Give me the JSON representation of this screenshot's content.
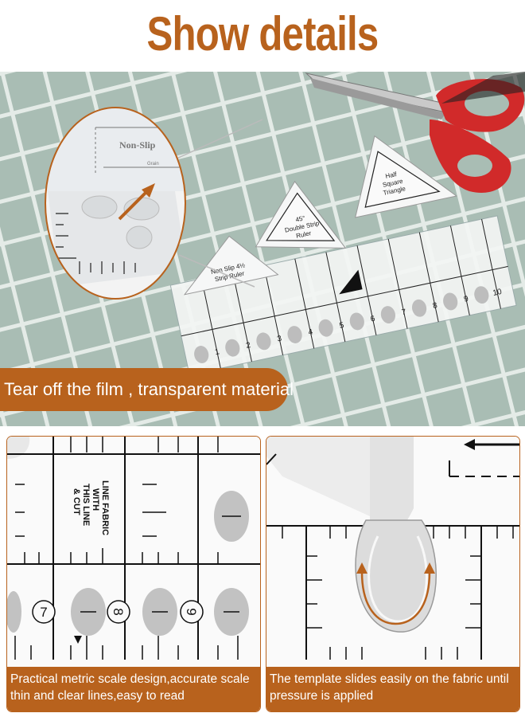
{
  "title": "Show details",
  "banner": {
    "text": "Tear off the film , transparent material"
  },
  "hero_labels": {
    "non_slip": "Non-Slip",
    "grain": "Grain",
    "strip_ruler_top": "Non Slip  4½",
    "strip_ruler_bottom": "Strip Ruler",
    "double_strip_1": "45°",
    "double_strip_2": "Double Strip",
    "double_strip_3": "Ruler",
    "half_square_1": "Half",
    "half_square_2": "Square",
    "half_square_3": "Triangle",
    "ruler_numbers": [
      "1",
      "2",
      "3",
      "4",
      "5",
      "6",
      "7",
      "8",
      "9",
      "10"
    ]
  },
  "left_panel": {
    "line_fabric": [
      "LINE FABRIC",
      "WITH",
      "THIS LINE",
      "& CUT"
    ],
    "numbers": [
      "7",
      "8",
      "9"
    ],
    "caption_line1": "Practical metric scale design,accurate scale",
    "caption_line2": "thin and clear lines,easy to read"
  },
  "right_panel": {
    "caption_line1": "The template slides easily on the fabric until",
    "caption_line2": "pressure is applied"
  },
  "colors": {
    "accent": "#b8621d",
    "mat": "#a9bdb4",
    "mat_lines": "#e6ece8"
  }
}
